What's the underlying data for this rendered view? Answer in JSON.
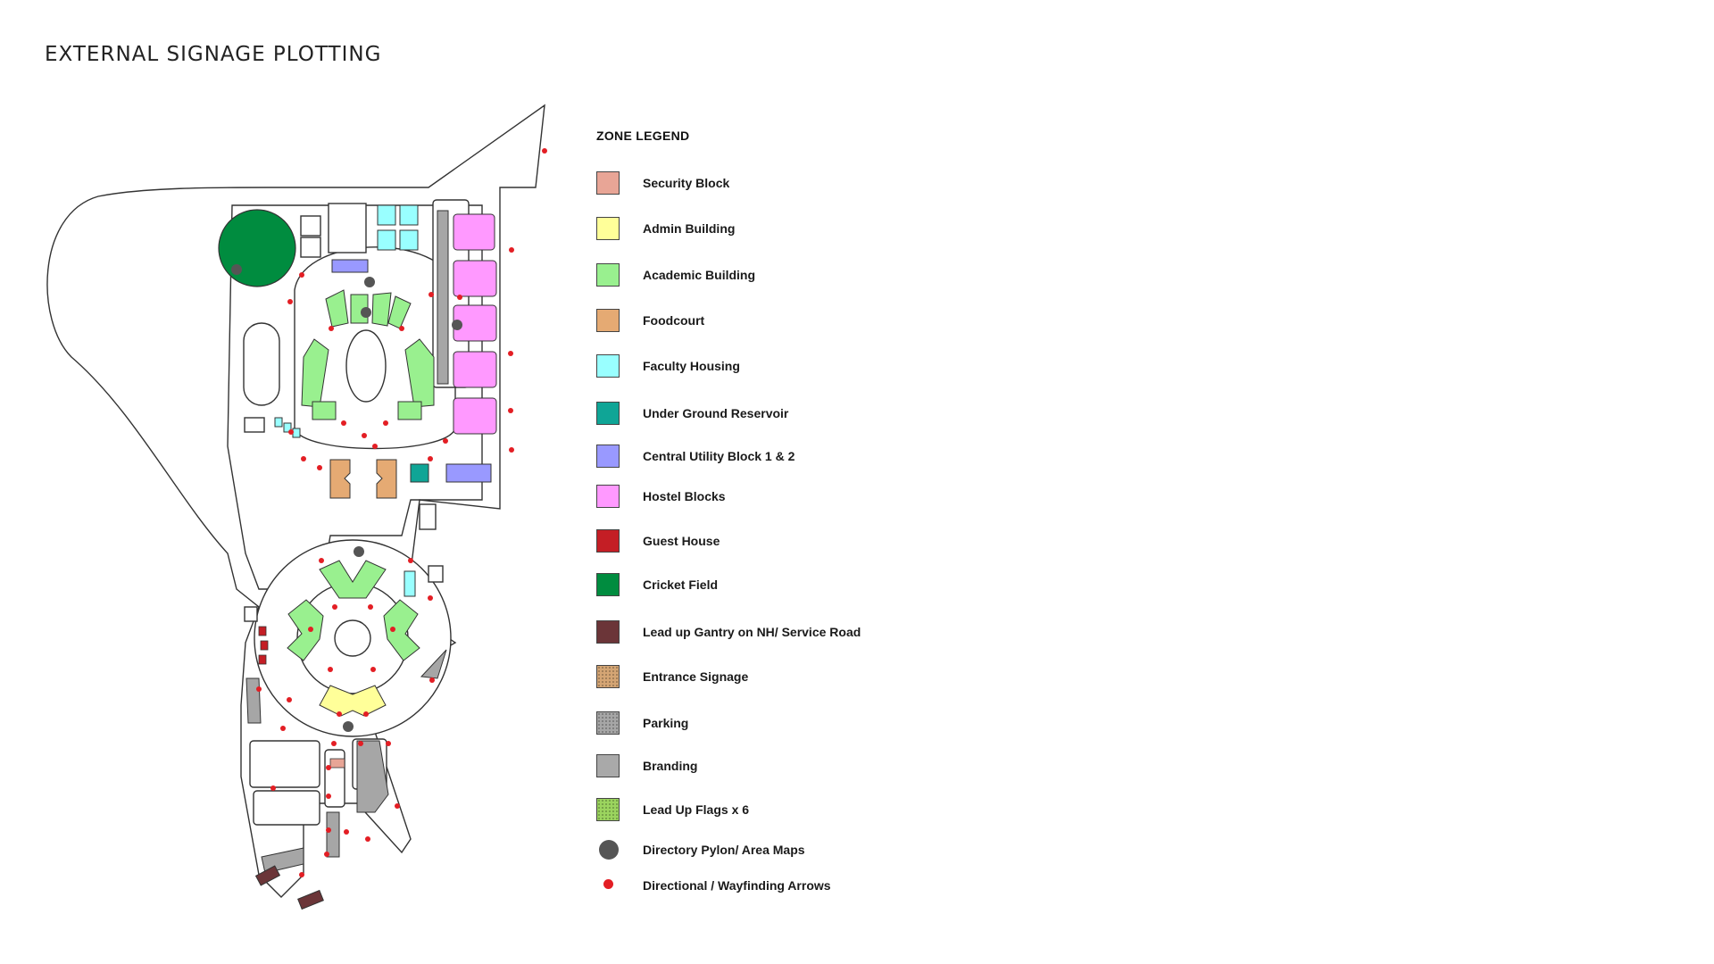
{
  "title": "EXTERNAL SIGNAGE PLOTTING",
  "legend": {
    "heading": "ZONE LEGEND",
    "items": [
      {
        "label": "Security Block",
        "color": "#E8A596",
        "shape": "square",
        "icon": "security-block-swatch"
      },
      {
        "label": "Admin Building",
        "color": "#FFFF99",
        "shape": "square",
        "icon": "admin-building-swatch"
      },
      {
        "label": "Academic Building",
        "color": "#99F08F",
        "shape": "square",
        "icon": "academic-building-swatch"
      },
      {
        "label": "Foodcourt",
        "color": "#E5AA73",
        "shape": "square",
        "icon": "foodcourt-swatch"
      },
      {
        "label": "Faculty Housing",
        "color": "#99FFFF",
        "shape": "square",
        "icon": "faculty-housing-swatch"
      },
      {
        "label": "Under Ground Reservoir",
        "color": "#0FA596",
        "shape": "square",
        "icon": "reservoir-swatch"
      },
      {
        "label": "Central Utility Block 1 & 2",
        "color": "#9999FF",
        "shape": "square",
        "icon": "utility-block-swatch"
      },
      {
        "label": "Hostel Blocks",
        "color": "#FF99FF",
        "shape": "square",
        "icon": "hostel-blocks-swatch"
      },
      {
        "label": "Guest House",
        "color": "#C41E25",
        "shape": "square",
        "icon": "guest-house-swatch"
      },
      {
        "label": "Cricket Field",
        "color": "#008C3F",
        "shape": "square",
        "icon": "cricket-field-swatch"
      },
      {
        "label": "Lead up Gantry on NH/ Service Road",
        "color": "#6B3538",
        "shape": "square",
        "icon": "gantry-swatch"
      },
      {
        "label": "Entrance Signage",
        "color": "#D4A574",
        "shape": "pattern",
        "icon": "entrance-signage-swatch"
      },
      {
        "label": "Parking",
        "color": "#A6A6A6",
        "shape": "pattern",
        "icon": "parking-swatch"
      },
      {
        "label": "Branding",
        "color": "#A9A9A9",
        "shape": "square",
        "icon": "branding-swatch"
      },
      {
        "label": "Lead Up Flags x 6",
        "color": "#9BD45E",
        "shape": "pattern",
        "icon": "flags-swatch"
      },
      {
        "label": "Directory Pylon/ Area Maps",
        "color": "#555555",
        "shape": "circle-big",
        "icon": "pylon-icon"
      },
      {
        "label": "Directional / Wayfinding Arrows",
        "color": "#E31E24",
        "shape": "circle-small",
        "icon": "arrow-marker-icon"
      }
    ]
  },
  "map": {
    "colors": {
      "outline": "#333333",
      "road_fill": "#ffffff",
      "parking": "#A6A6A6",
      "pylon": "#555555",
      "arrow": "#E31E24"
    }
  }
}
